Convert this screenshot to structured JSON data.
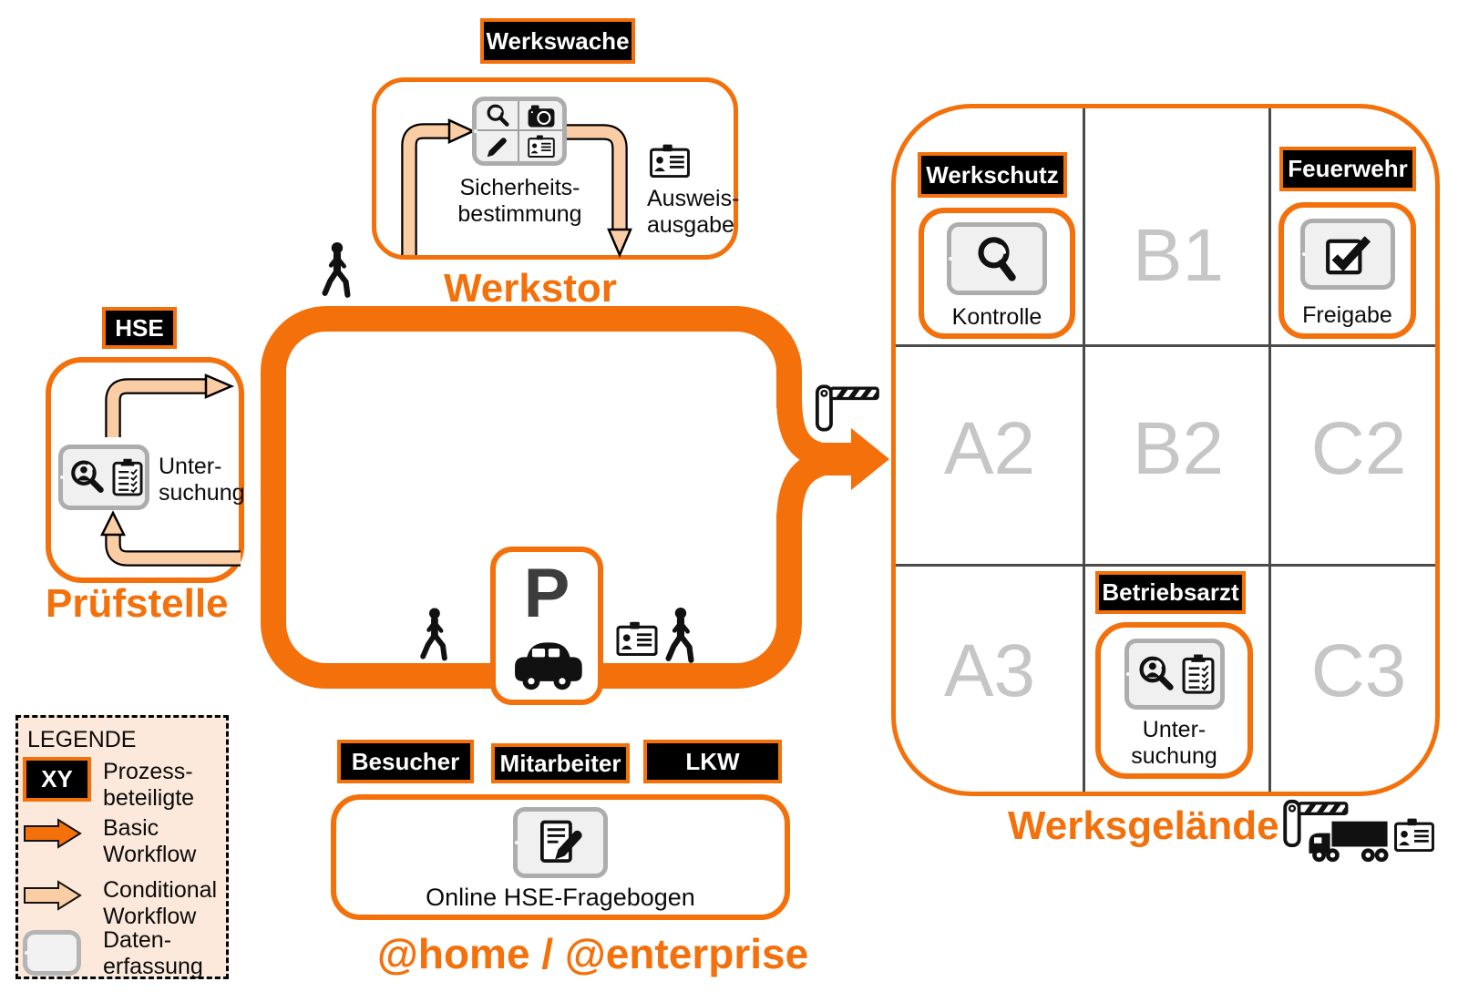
{
  "colors": {
    "orange": "#F3700B",
    "peach": "#FBCDA4",
    "legend_bg": "#FCE9DB",
    "zone_gray": "#C6C6C6",
    "label_bg": "#000000"
  },
  "werkstor": {
    "authority_label": "Werkswache",
    "station_label": "Sicherheits-\nbestimmung",
    "output_label": "Ausweis-\nausgabe",
    "title": "Werkstor"
  },
  "pruefstelle": {
    "authority_label": "HSE",
    "station_label": "Unter-\nsuchung",
    "title": "Prüfstelle"
  },
  "parking": {
    "sign": "P"
  },
  "site": {
    "title": "Werksgelände",
    "zones": [
      "B1",
      "A2",
      "B2",
      "C2",
      "A3",
      "C3"
    ],
    "werkschutz": {
      "authority_label": "Werkschutz",
      "station_label": "Kontrolle"
    },
    "feuerwehr": {
      "authority_label": "Feuerwehr",
      "station_label": "Freigabe"
    },
    "betriebsarzt": {
      "authority_label": "Betriebsarzt",
      "station_label": "Unter-\nsuchung"
    }
  },
  "online": {
    "groups": [
      "Besucher",
      "Mitarbeiter",
      "LKW"
    ],
    "station_label": "Online HSE-Fragebogen",
    "title": "@home / @enterprise"
  },
  "legend": {
    "heading": "LEGENDE",
    "xy_label": "XY",
    "items": [
      {
        "label": "Prozess-\nbeteiligte"
      },
      {
        "label": "Basic\nWorkflow"
      },
      {
        "label": "Conditional\nWorkflow"
      },
      {
        "label": "Daten-\nerfassung"
      }
    ]
  },
  "icons": {
    "walking-person-icon": "pedestrian pictogram",
    "car-icon": "car silhouette",
    "id-card-icon": "badge card",
    "barrier-icon": "boom gate",
    "truck-icon": "lorry silhouette",
    "magnifier-icon": "magnifying glass",
    "camera-icon": "photo camera",
    "pen-icon": "pen",
    "clipboard-icon": "checklist clipboard",
    "check-icon": "checked box",
    "person-search-icon": "magnifier with person",
    "form-pen-icon": "document with pen"
  }
}
